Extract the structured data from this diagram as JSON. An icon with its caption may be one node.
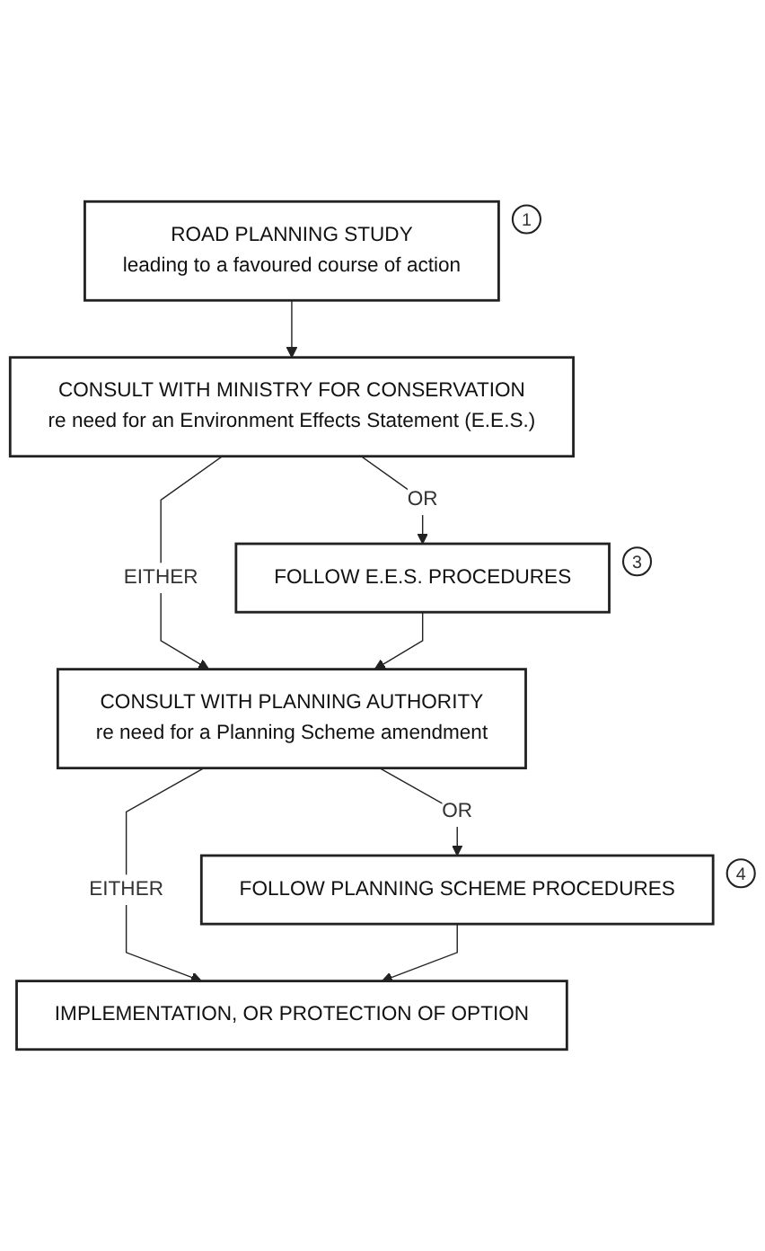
{
  "diagram": {
    "nodes": [
      {
        "text": [
          "ROAD PLANNING STUDY",
          "leading to a favoured course of action"
        ],
        "beside": [
          "1"
        ]
      },
      {
        "text": [
          "CONSULT WITH MINISTRY FOR CONSERVATION",
          "re need for an Environment Effects Statement (E.E.S.)"
        ]
      },
      {
        "text": [
          "FOLLOW E.E.S. PROCEDURES"
        ],
        "beside": [
          "3"
        ]
      },
      {
        "text": [
          "CONSULT WITH PLANNING AUTHORITY",
          "re need for a Planning Scheme amendment"
        ]
      },
      {
        "text": [
          "FOLLOW PLANNING SCHEME PROCEDURES"
        ],
        "beside": [
          "4"
        ]
      },
      {
        "text": [
          "IMPLEMENTATION, OR PROTECTION OF OPTION"
        ]
      }
    ],
    "edges": [
      {
        "from": 0,
        "to": 1,
        "arrow": "to"
      },
      {
        "from": 1,
        "to": 3,
        "label": "EITHER",
        "arrow": "to"
      },
      {
        "from": 1,
        "to": 2,
        "label": "OR",
        "arrow": "to"
      },
      {
        "from": 2,
        "to": 3,
        "arrow": "to"
      },
      {
        "from": 3,
        "to": 5,
        "label": "EITHER",
        "arrow": "to"
      },
      {
        "from": 3,
        "to": 4,
        "label": "OR",
        "arrow": "to"
      },
      {
        "from": 4,
        "to": 5,
        "arrow": "to"
      }
    ]
  }
}
